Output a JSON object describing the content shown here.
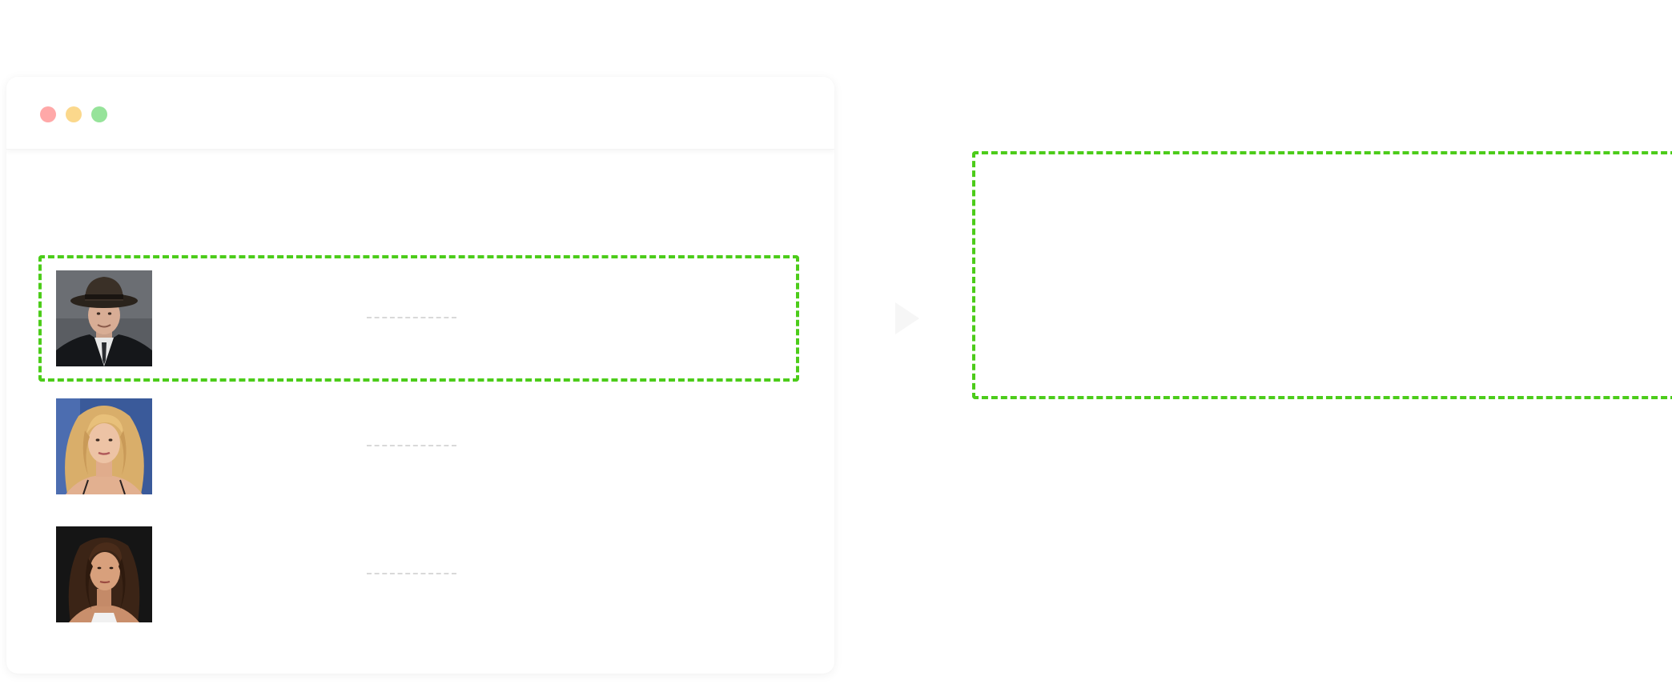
{
  "window": {
    "controls": [
      "close",
      "minimize",
      "maximize"
    ]
  },
  "list": {
    "items": [
      {
        "avatar": "person-fedora-avatar",
        "text": ""
      },
      {
        "avatar": "person-blonde-avatar",
        "text": ""
      },
      {
        "avatar": "person-brunette-avatar",
        "text": ""
      }
    ]
  },
  "colors": {
    "highlight": "#4ccc1a",
    "close": "#ffa8a8",
    "minimize": "#fbd88c",
    "maximize": "#96e39a"
  },
  "icons": {
    "arrow": "arrow-right-icon"
  }
}
